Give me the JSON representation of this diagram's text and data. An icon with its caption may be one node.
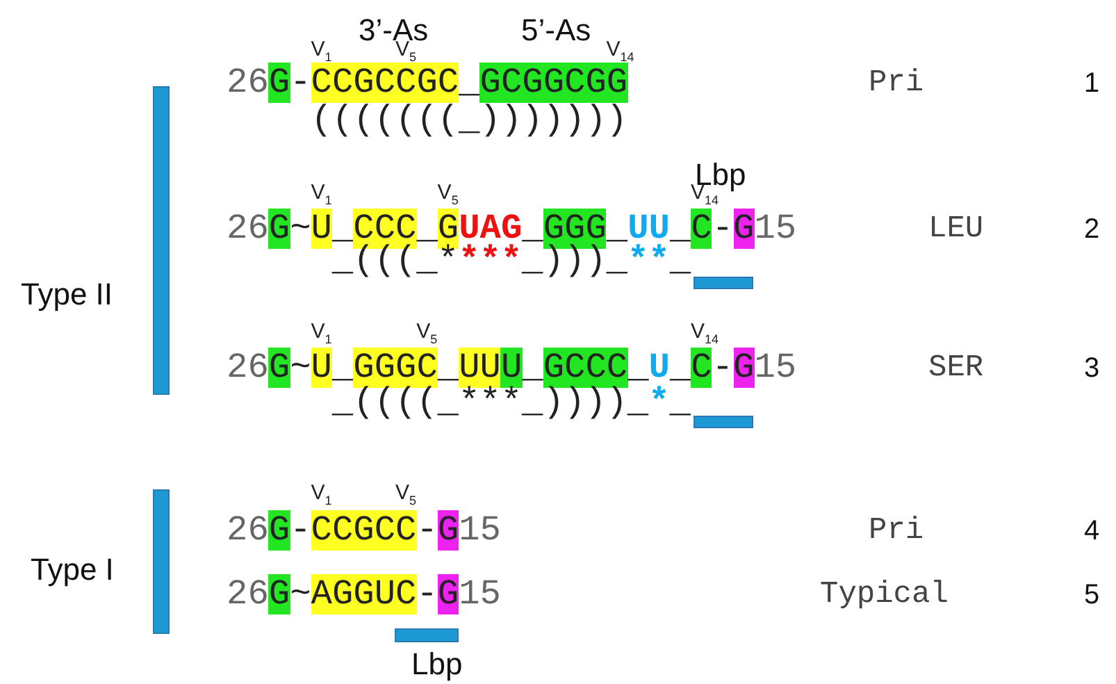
{
  "diagram": {
    "labels": [
      "3’-As",
      "5’-As",
      "V$_{1}$",
      "V$_{5}$",
      "V$_{14}$",
      "26G-CCGCCGC_GCGGCGG",
      "Pri",
      "1",
      "(((((((_)))))))",
      "Lbp",
      "V$_{1}$",
      "V$_{5}$",
      "V$_{14}$",
      "26G~U_CCC_GUAG_GGG_UU_C-G15",
      "LEU",
      "2",
      "_(((_****_)))_**_",
      "V$_{1}$",
      "V$_{5}$",
      "V$_{14}$",
      "26G~U_GGGC_UUU_GCCC_U_C-G15",
      "SER",
      "3",
      "_((((_***_))))_*_",
      "V$_{1}$",
      "V$_{5}$",
      "26G-CCGCC-G15",
      "Pri",
      "4",
      "26G~AGGUC-G15",
      "Typical",
      "5",
      "Lbp",
      "Type II",
      "Type I"
    ]
  }
}
